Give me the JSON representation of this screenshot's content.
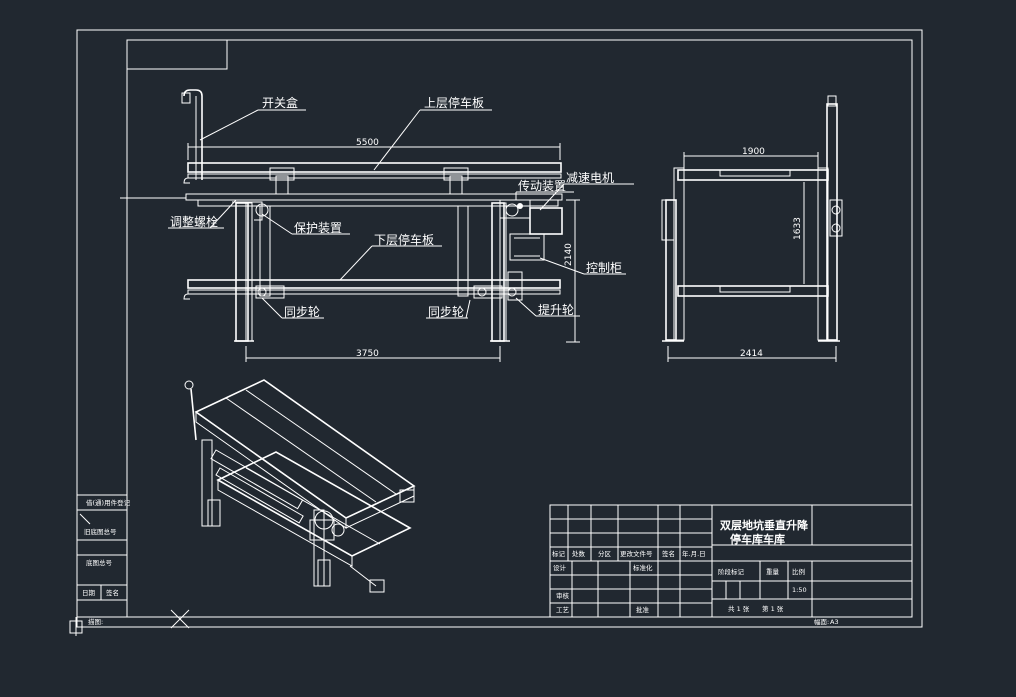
{
  "labels": {
    "switch_box": "开关盒",
    "upper_plate": "上层停车板",
    "lower_plate": "下层停车板",
    "adjust_bolt": "调整螺栓",
    "protection": "保护装置",
    "transmission": "传动装置",
    "reducer_motor": "减速电机",
    "control_cabinet": "控制柜",
    "sync_wheel_1": "同步轮",
    "sync_wheel_2": "同步轮",
    "lift_wheel": "提升轮"
  },
  "dimensions": {
    "top_length": "5500",
    "bottom_length": "3750",
    "height": "2140",
    "side_width_top": "1900",
    "side_height": "1633",
    "side_width_bottom": "2414"
  },
  "title_block": {
    "title_line1": "双层地坑垂直升降",
    "title_line2": "停车库车库",
    "scale": "1:50",
    "paper_size": "A3",
    "sheets_total": "共 1 张",
    "sheet_no": "第 1 张",
    "col_mark": "标记",
    "col_count": "处数",
    "col_zone": "分区",
    "col_doc": "更改文件号",
    "col_sign": "签名",
    "col_date": "年.月.日",
    "row_design": "设计",
    "row_standard": "标准化",
    "row_review": "审核",
    "row_process": "工艺",
    "row_approve": "批准",
    "stage_mark": "阶段标记",
    "weight": "重量",
    "ratio": "比例",
    "format_label": "幅面:",
    "copy_label": "描图:"
  },
  "side_block": {
    "row1": "借(通)用件登记",
    "row2": "旧底图总号",
    "row3": "底图总号",
    "row4_a": "日期",
    "row4_b": "签名"
  }
}
